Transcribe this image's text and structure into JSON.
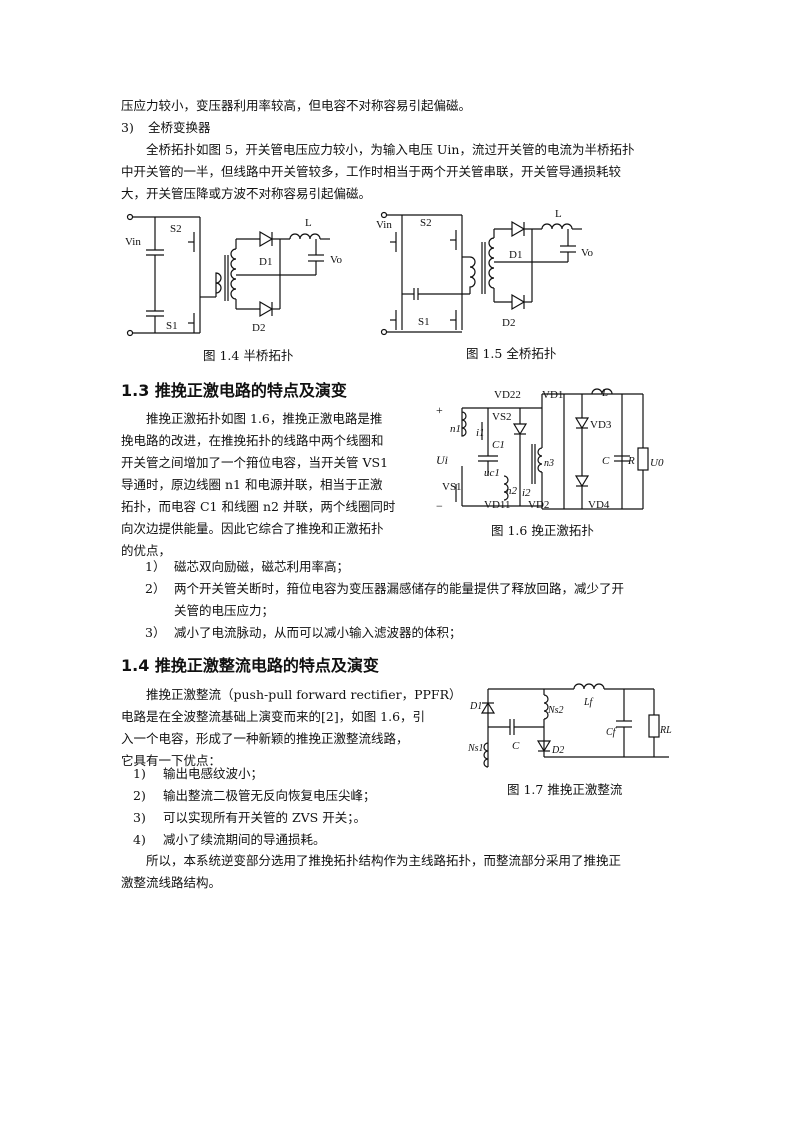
{
  "intro": {
    "line1": "压应力较小，变压器利用率较高，但电容不对称容易引起偏磁。",
    "item3_num": "3)",
    "item3_title": "全桥变换器",
    "para": [
      "全桥拓扑如图 5，开关管电压应力较小，为输入电压 Uin，流过开关管的电流为半桥拓扑",
      "中开关管的一半，但线路中开关管较多，工作时相当于两个开关管串联，开关管导通损耗较",
      "大，开关管压降或方波不对称容易引起偏磁。"
    ]
  },
  "fig14": {
    "caption": "图 1.4  半桥拓扑",
    "labels": {
      "vin": "Vin",
      "s2": "S2",
      "s1": "S1",
      "l": "L",
      "d1": "D1",
      "d2": "D2",
      "vo": "Vo"
    }
  },
  "fig15": {
    "caption": "图 1.5  全桥拓扑",
    "labels": {
      "vin": "Vin",
      "s2": "S2",
      "s1": "S1",
      "l": "L",
      "d1": "D1",
      "d2": "D2",
      "vo": "Vo"
    }
  },
  "sec13": {
    "title": "1.3 推挽正激电路的特点及演变",
    "para": [
      "推挽正激拓扑如图 1.6，推挽正激电路是推",
      "挽电路的改进，在推挽拓扑的线路中两个线圈和",
      "开关管之间增加了一个箝位电容，当开关管 VS1",
      "导通时，原边线圈 n1 和电源并联，相当于正激",
      "拓扑，而电容 C1 和线圈 n2 并联，两个线圈同时",
      "向次边提供能量。因此它综合了推挽和正激拓扑",
      "的优点，"
    ],
    "items": [
      {
        "num": "1）",
        "text": "磁芯双向励磁，磁芯利用率高；"
      },
      {
        "num": "2）",
        "text": "两个开关管关断时，箝位电容为变压器漏感储存的能量提供了释放回路，减少了开"
      },
      {
        "num": "",
        "text": "关管的电压应力；"
      },
      {
        "num": "3）",
        "text": "减小了电流脉动，从而可以减小输入滤波器的体积；"
      }
    ]
  },
  "fig16": {
    "caption": "图 1.6  挽正激拓扑",
    "labels": {
      "vd22": "VD22",
      "vd1top": "VD1",
      "l": "L",
      "plus": "+",
      "minus": "−",
      "n1": "n1",
      "vs2": "VS2",
      "i1": "i1",
      "c1": "C1",
      "ui": "Ui",
      "uc1": "uc1",
      "n3": "n3",
      "vd3": "VD3",
      "cf": "C",
      "r": "R",
      "uo": "U0",
      "vs1": "VS1",
      "n2": "n2",
      "i2": "i2",
      "vd11": "VD11",
      "vd2": "VD2",
      "vd4": "VD4"
    }
  },
  "sec14": {
    "title": "1.4 推挽正激整流电路的特点及演变",
    "para": [
      "推挽正激整流（push-pull forward rectifier，PPFR）",
      "电路是在全波整流基础上演变而来的[2]，如图 1.6，引",
      "入一个电容，形成了一种新颖的推挽正激整流线路，",
      "它具有一下优点："
    ],
    "items": [
      {
        "num": "1)",
        "text": "输出电感纹波小；"
      },
      {
        "num": "2)",
        "text": "输出整流二极管无反向恢复电压尖峰；"
      },
      {
        "num": "3)",
        "text": "可以实现所有开关管的 ZVS  开关；。"
      },
      {
        "num": "4)",
        "text": "减小了续流期间的导通损耗。"
      }
    ],
    "conclusion": [
      "所以，本系统逆变部分选用了推挽拓扑结构作为主线路拓扑，而整流部分采用了推挽正",
      "激整流线路结构。"
    ]
  },
  "fig17": {
    "caption": "图 1.7  推挽正激整流",
    "labels": {
      "d1": "D1",
      "ns2": "Ns2",
      "lf": "Lf",
      "c": "C",
      "cf": "Cf",
      "rl": "RL",
      "ns1": "Ns1",
      "d2": "D2"
    }
  }
}
